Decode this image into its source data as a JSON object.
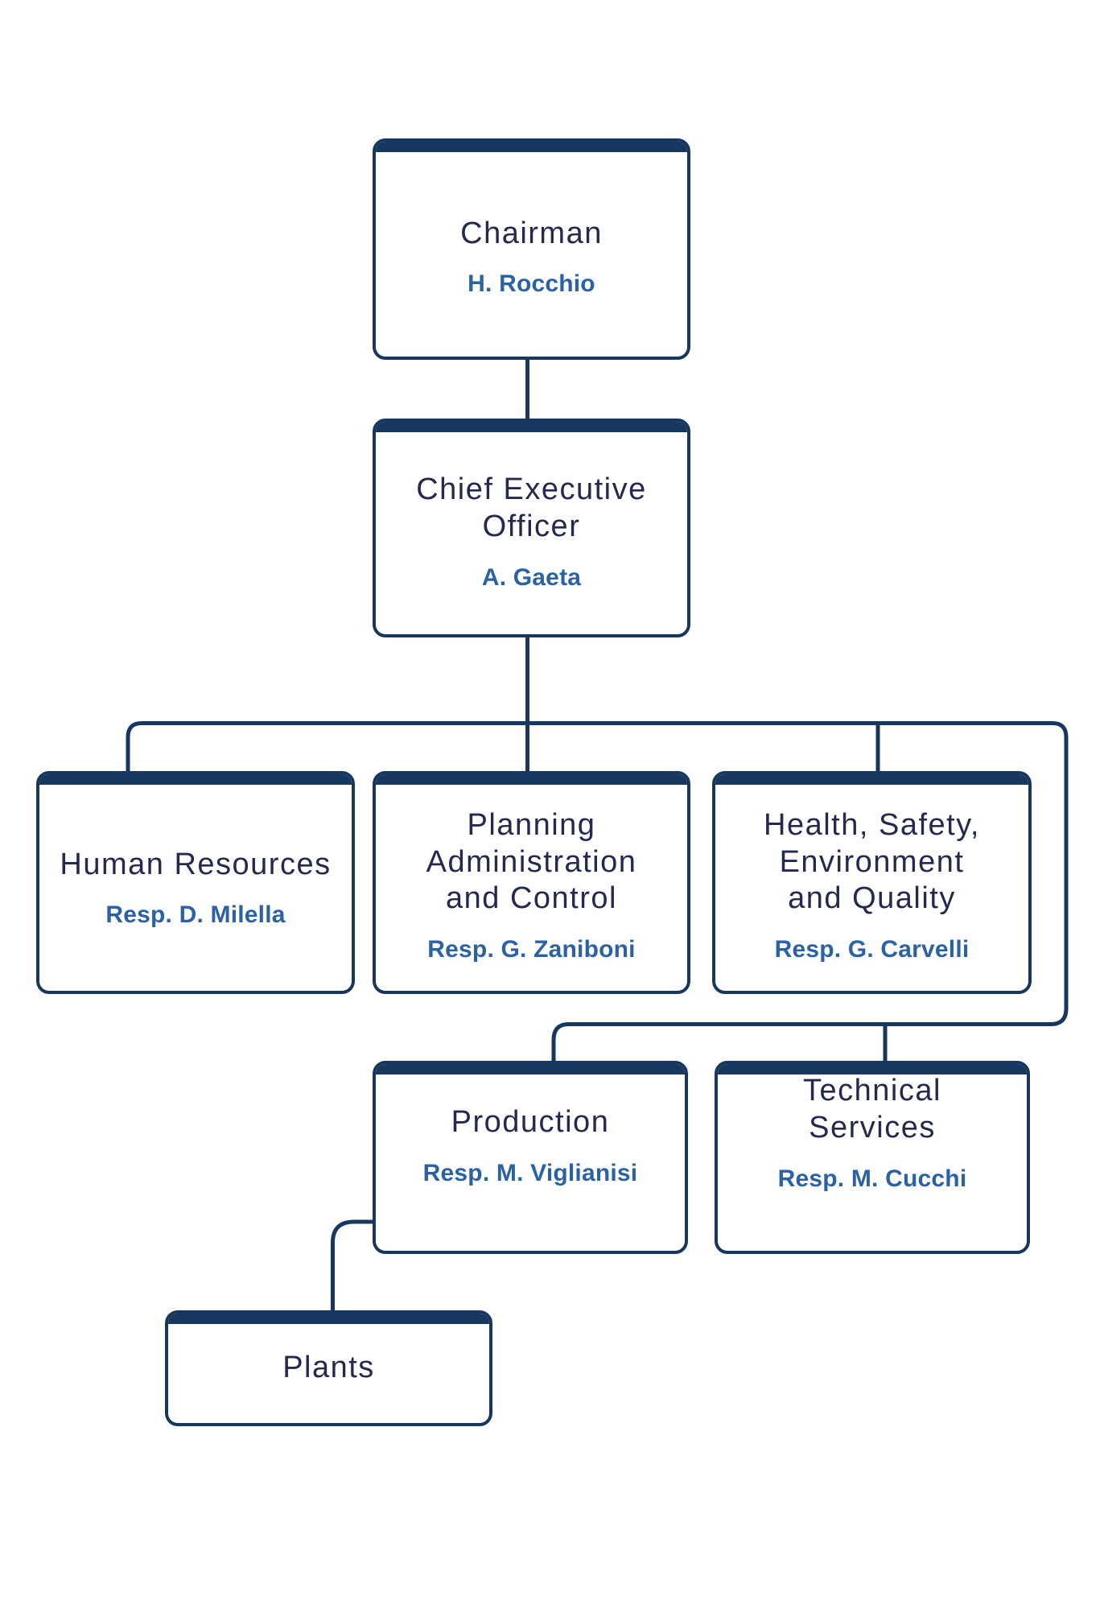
{
  "palette": {
    "navy": "#17375E",
    "title_ink": "#232A4D",
    "person_blue": "#2B62A4",
    "background": "#FFFFFF"
  },
  "chart": {
    "type": "org-chart",
    "nodes": {
      "chairman": {
        "title": "Chairman",
        "person": "H. Rocchio"
      },
      "ceo": {
        "title": "Chief Executive\nOfficer",
        "person": "A. Gaeta"
      },
      "hr": {
        "title": "Human Resources",
        "person": "Resp. D. Milella"
      },
      "pac": {
        "title": "Planning\nAdministration\nand Control",
        "person": "Resp. G. Zaniboni"
      },
      "hseq": {
        "title": "Health, Safety,\nEnvironment\nand Quality",
        "person": "Resp. G. Carvelli"
      },
      "production": {
        "title": "Production",
        "person": "Resp. M. Viglianisi"
      },
      "technical_services": {
        "title": "Technical\nServices",
        "person": "Resp. M. Cucchi"
      },
      "plants": {
        "title": "Plants"
      }
    },
    "edges": [
      {
        "from": "chairman",
        "to": "ceo"
      },
      {
        "from": "ceo",
        "to": "hr"
      },
      {
        "from": "ceo",
        "to": "pac"
      },
      {
        "from": "ceo",
        "to": "hseq"
      },
      {
        "from": "ceo",
        "to": "production"
      },
      {
        "from": "ceo",
        "to": "technical_services"
      },
      {
        "from": "production",
        "to": "plants"
      }
    ]
  }
}
